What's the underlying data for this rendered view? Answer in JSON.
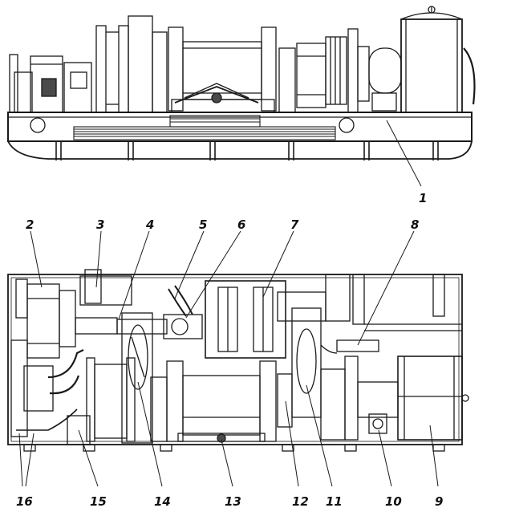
{
  "callouts": [
    {
      "id": "1",
      "label": "1"
    },
    {
      "id": "2",
      "label": "2"
    },
    {
      "id": "3",
      "label": "3"
    },
    {
      "id": "4",
      "label": "4"
    },
    {
      "id": "5",
      "label": "5"
    },
    {
      "id": "6",
      "label": "6"
    },
    {
      "id": "7",
      "label": "7"
    },
    {
      "id": "8",
      "label": "8"
    },
    {
      "id": "9",
      "label": "9"
    },
    {
      "id": "10",
      "label": "10"
    },
    {
      "id": "11",
      "label": "11"
    },
    {
      "id": "12",
      "label": "12"
    },
    {
      "id": "13",
      "label": "13"
    },
    {
      "id": "14",
      "label": "14"
    },
    {
      "id": "15",
      "label": "15"
    },
    {
      "id": "16",
      "label": "16"
    }
  ],
  "colors": {
    "ink": "#1a1a1a",
    "paper": "#ffffff",
    "shade": "#4a4a4a"
  }
}
